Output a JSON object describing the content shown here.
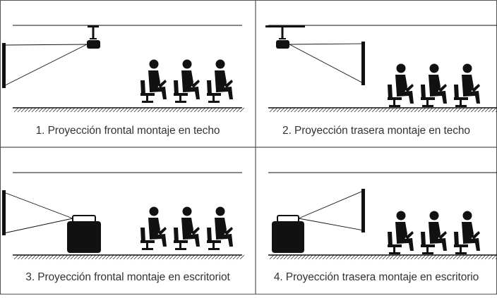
{
  "panels": [
    {
      "caption": "1. Proyección frontal montaje en techo",
      "projector": "ceiling",
      "screen_side": "left"
    },
    {
      "caption": "2. Proyección trasera montaje en techo",
      "projector": "ceiling",
      "screen_side": "right"
    },
    {
      "caption": "3. Proyección frontal montaje en escritoriot",
      "projector": "desk",
      "screen_side": "left"
    },
    {
      "caption": "4. Proyección trasera montaje en escritorio",
      "projector": "desk",
      "screen_side": "right"
    }
  ],
  "colors": {
    "line": "#111111",
    "border": "#555555",
    "text": "#333333"
  }
}
